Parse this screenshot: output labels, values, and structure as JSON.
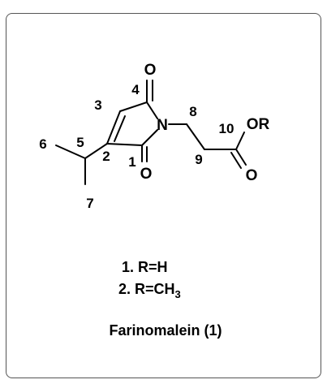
{
  "atoms": {
    "o_top": "O",
    "n": "N",
    "or": "OR",
    "o_bottom": "O",
    "o_acid": "O"
  },
  "locants": [
    "1",
    "2",
    "3",
    "4",
    "5",
    "6",
    "7",
    "8",
    "9",
    "10"
  ],
  "compounds": [
    {
      "prefix": "1. R=H",
      "sub": ""
    },
    {
      "prefix": "2. R=CH",
      "sub": "3"
    }
  ],
  "caption": "Farinomalein (1)"
}
